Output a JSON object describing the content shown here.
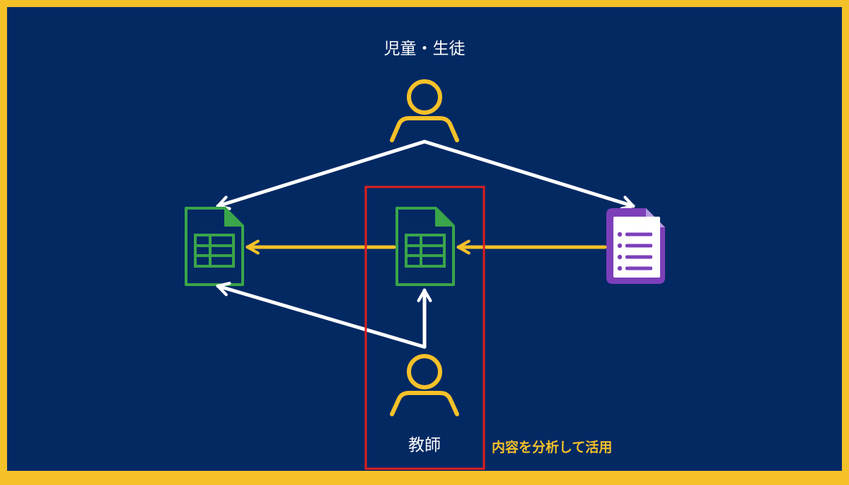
{
  "nodes": {
    "students": {
      "label": "児童・生徒",
      "icon": "person-icon"
    },
    "teacher": {
      "label": "教師",
      "icon": "person-icon"
    },
    "left_sheet": {
      "icon": "spreadsheet-icon"
    },
    "center_sheet": {
      "icon": "spreadsheet-icon"
    },
    "form": {
      "icon": "form-document-icon"
    }
  },
  "annotation": {
    "text": "内容を分析して活用"
  },
  "colors": {
    "background": "#032963",
    "frame": "#f5c129",
    "person": "#f5c129",
    "sheet": "#3aa54a",
    "form": "#7c3fb9",
    "arrow_white": "#ffffff",
    "arrow_yellow": "#f5c129",
    "highlight": "#e01e1e",
    "annotation": "#f5c129"
  }
}
